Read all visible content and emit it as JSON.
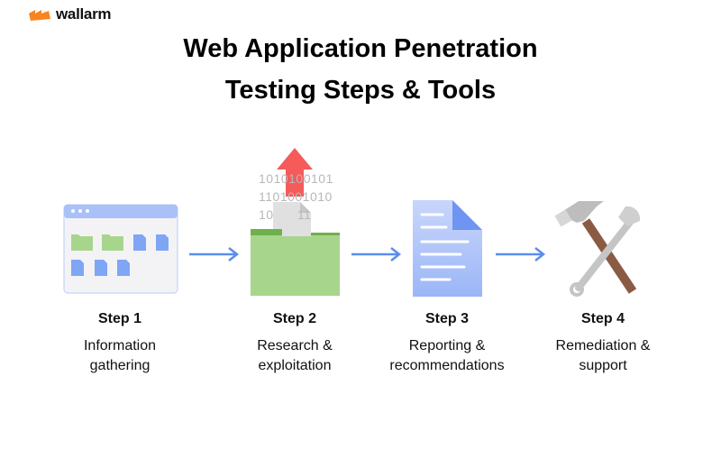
{
  "brand": {
    "name": "wallarm",
    "logo_color": "#f7851f"
  },
  "title": {
    "line1": "Web Application Penetration",
    "line2": "Testing Steps & Tools"
  },
  "steps": [
    {
      "label": "Step 1",
      "desc_line1": "Information",
      "desc_line2": "gathering",
      "icon": "browser-files-icon"
    },
    {
      "label": "Step 2",
      "desc_line1": "Research &",
      "desc_line2": "exploitation",
      "icon": "folder-upload-icon"
    },
    {
      "label": "Step 3",
      "desc_line1": "Reporting &",
      "desc_line2": "recommendations",
      "icon": "document-icon"
    },
    {
      "label": "Step 4",
      "desc_line1": "Remediation &",
      "desc_line2": "support",
      "icon": "hammer-wrench-icon"
    }
  ],
  "binary": {
    "line1": "1010100101",
    "line2": "1101001010",
    "line3": "10      11"
  },
  "colors": {
    "arrow": "#5b8def",
    "folder": "#a8d58c",
    "file": "#7fa5f5",
    "upload_arrow": "#f55b5b",
    "handle": "#8b5a43"
  }
}
